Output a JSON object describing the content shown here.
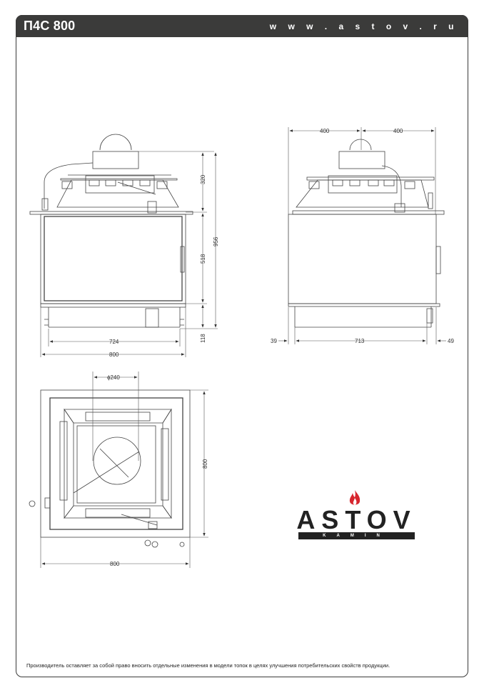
{
  "header": {
    "title": "П4С 800",
    "website": "w w w . a s t o v . r u",
    "background_color": "#3b3b3a"
  },
  "front_view": {
    "dimensions": {
      "height_top": "320",
      "height_total": "956",
      "height_glass": "518",
      "height_bottom": "118",
      "width_inner": "724",
      "width_outer": "800"
    }
  },
  "side_view": {
    "dimensions": {
      "left_half": "400",
      "right_half": "400",
      "left_offset": "39",
      "body_width": "713",
      "right_offset": "49"
    }
  },
  "top_view": {
    "dimensions": {
      "flue_diameter": "ϕ240",
      "depth": "800",
      "width": "800"
    }
  },
  "logo": {
    "brand": "ASTOV",
    "subtitle": "KAMIN",
    "flame_color": "#d7262e"
  },
  "footer": {
    "disclaimer": "Производитель оставляет за собой право вносить отдельные изменения в модели топок в целях улучшения потребительских свойств продукции."
  }
}
